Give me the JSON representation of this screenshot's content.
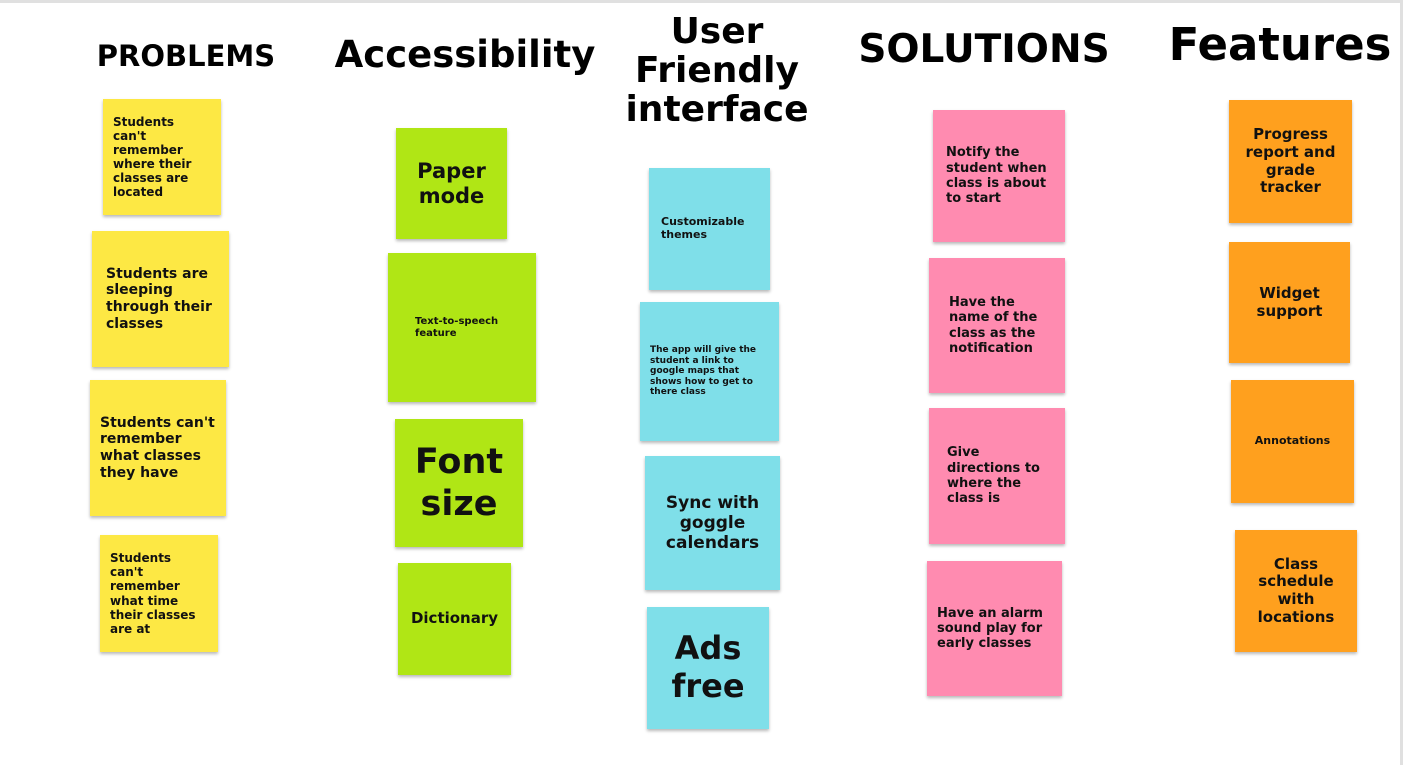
{
  "colors": {
    "problems": "#fde844",
    "accessibility": "#b0e615",
    "interface": "#7fdfe9",
    "solutions": "#ff8bb0",
    "features": "#ffa01e"
  },
  "headings": {
    "problems": "PROBLEMS",
    "accessibility": "Accessibility",
    "interface_line1": "User",
    "interface_line2": "Friendly",
    "interface_line3": "interface",
    "solutions": "SOLUTIONS",
    "features": "Features"
  },
  "problems": [
    "Students can't remember where their classes are located",
    "Students are sleeping through their classes",
    "Students can't remember what classes they have",
    "Students can't remember what time their classes are at"
  ],
  "accessibility": [
    "Paper mode",
    "Text-to-speech feature",
    "Font size",
    "Dictionary"
  ],
  "interface": [
    "Customizable themes",
    "The app will give the student a link to google maps that shows how to get to there class",
    "Sync with goggle calendars",
    "Ads free"
  ],
  "solutions": [
    "Notify the student when class is about to start",
    "Have the name of the class as the notification",
    "Give directions to where the class is",
    "Have an alarm sound play for early classes"
  ],
  "features": [
    "Progress report and grade tracker",
    "Widget support",
    "Annotations",
    "Class schedule with locations"
  ]
}
